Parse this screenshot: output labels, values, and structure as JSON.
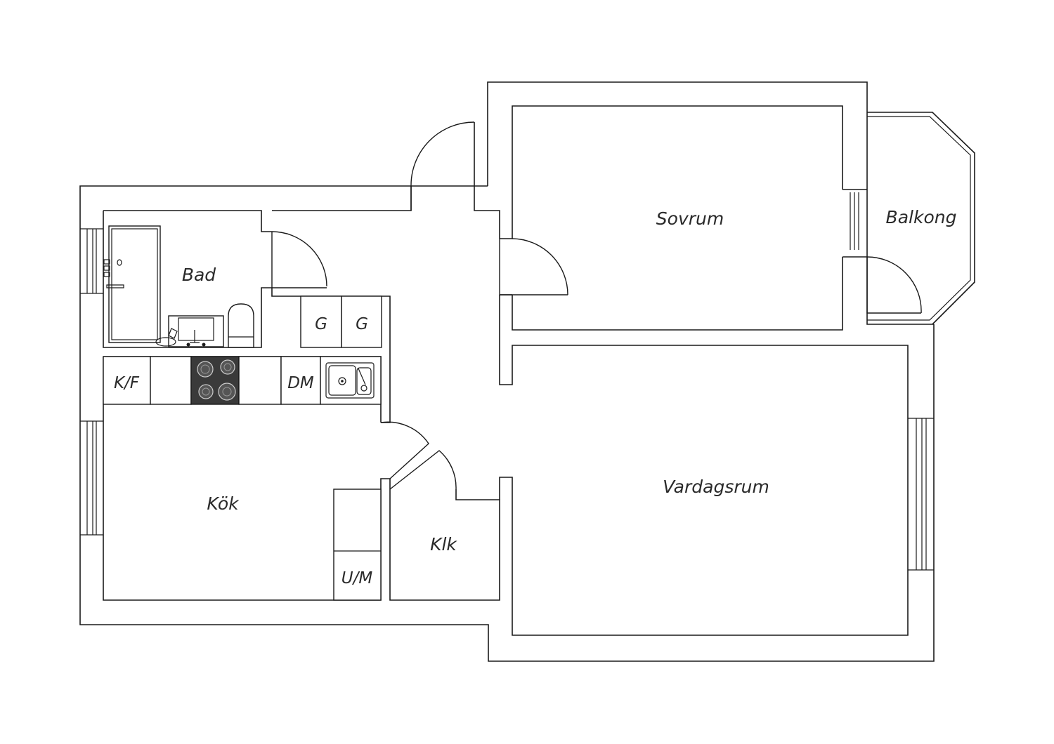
{
  "rooms": {
    "bad": "Bad",
    "sovrum": "Sovrum",
    "balkong": "Balkong",
    "kok": "Kök",
    "klk": "Klk",
    "vardagsrum": "Vardagsrum"
  },
  "fixtures": {
    "g1": "G",
    "g2": "G",
    "kf": "K/F",
    "dm": "DM",
    "um": "U/M"
  },
  "colors": {
    "wall": "#1a1a1a",
    "stove": "#3a3a3a",
    "background": "#ffffff"
  }
}
